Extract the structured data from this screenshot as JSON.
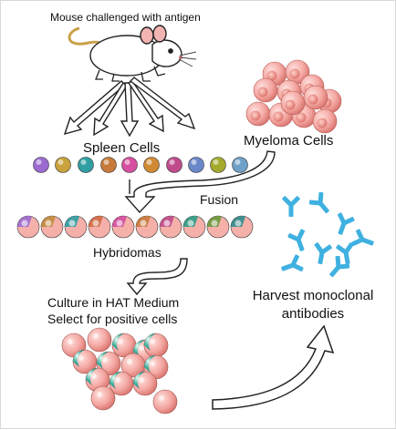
{
  "labels": {
    "mouse": "Mouse challenged with antigen",
    "spleen": "Spleen Cells",
    "myeloma": "Myeloma Cells",
    "fusion": "Fusion",
    "hybridomas": "Hybridomas",
    "culture_line1": "Culture in HAT Medium",
    "culture_line2": "Select for positive cells",
    "harvest_line1": "Harvest monoclonal",
    "harvest_line2": "antibodies"
  },
  "colors": {
    "spleen_cells": [
      "#9b6bd1",
      "#c8a23c",
      "#2f9fa3",
      "#c77a3a",
      "#d64fa0",
      "#d18a34",
      "#c04b8c",
      "#6a88c9",
      "#a5aa2e",
      "#6fa0c8"
    ],
    "hybridoma_cells": [
      "#9b6bd1",
      "#c08a3c",
      "#2f9fa3",
      "#d06b45",
      "#d04f9f",
      "#c87a3c",
      "#c04b8c",
      "#2d9c86",
      "#6a9a3c",
      "#2d8c8c"
    ],
    "myeloma": "#f3a6a2",
    "myeloma_nucleus": "#e2746f",
    "teal": "#1f8c80",
    "antibody": "#3fb1e0"
  }
}
